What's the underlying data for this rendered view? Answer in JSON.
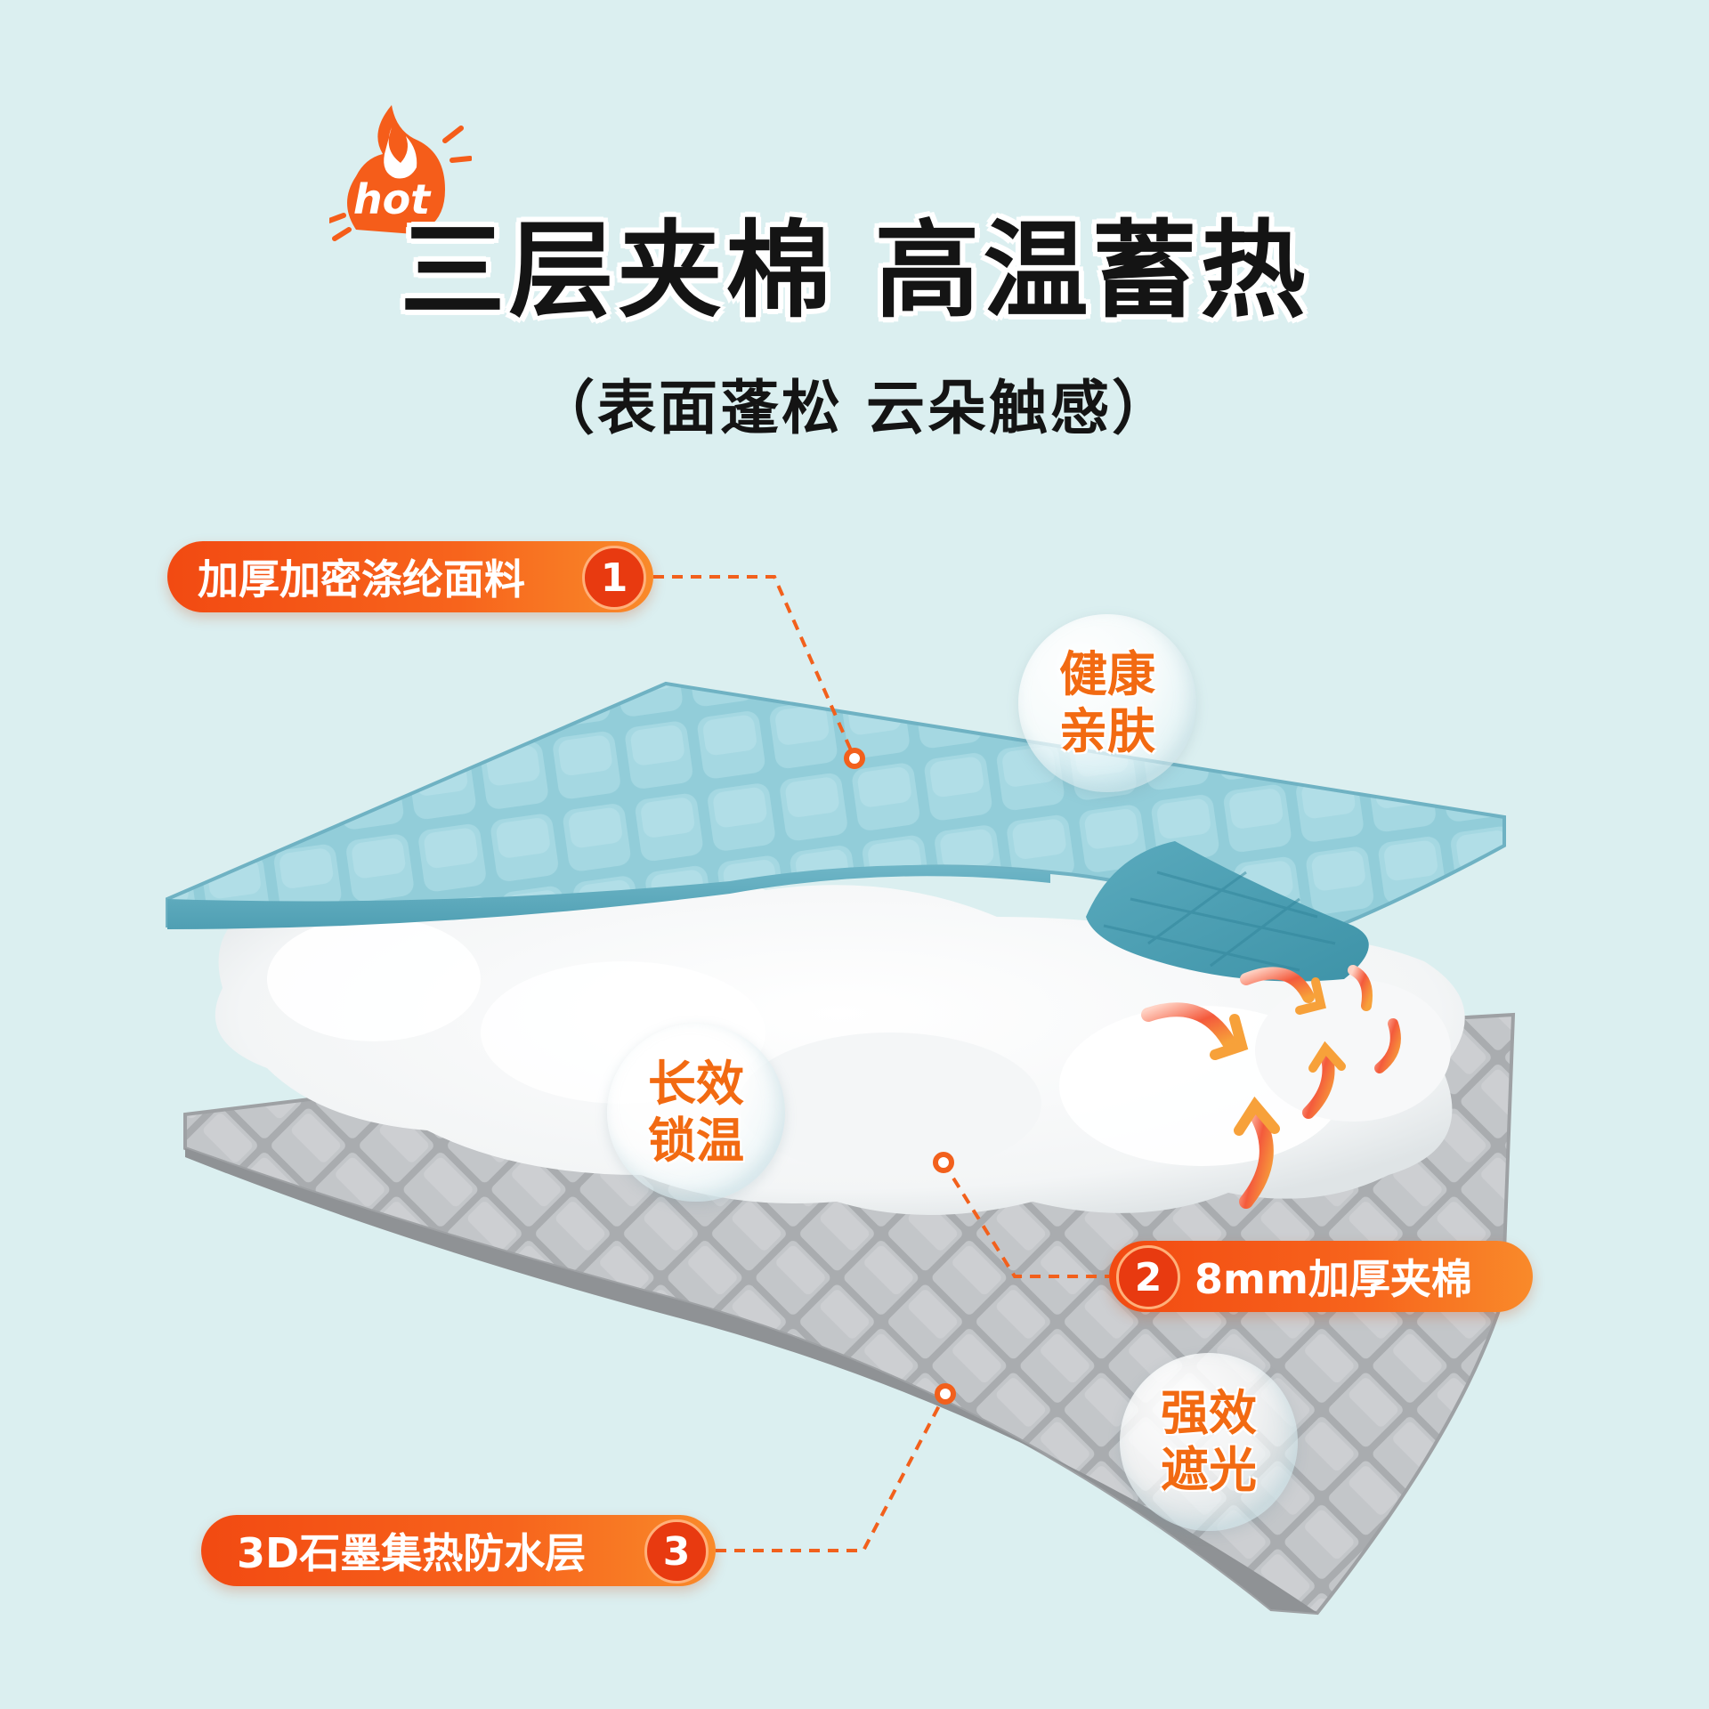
{
  "header": {
    "badge_text": "hot",
    "title": "三层夹棉 高温蓄热",
    "subtitle": "（表面蓬松 云朵触感）"
  },
  "layers": [
    {
      "number": "1",
      "label": "加厚加密涤纶面料"
    },
    {
      "number": "2",
      "label": "8mm加厚夹棉"
    },
    {
      "number": "3",
      "label": "3D石墨集热防水层"
    }
  ],
  "bubbles": [
    {
      "text": "健康亲肤"
    },
    {
      "text": "长效锁温"
    },
    {
      "text": "强效遮光"
    }
  ],
  "colors": {
    "background": "#dbeff0",
    "accent": "#f5581a",
    "bubble_text": "#f26a12",
    "top_layer": "#8cc9d6",
    "bottom_layer": "#b9bcbf"
  }
}
